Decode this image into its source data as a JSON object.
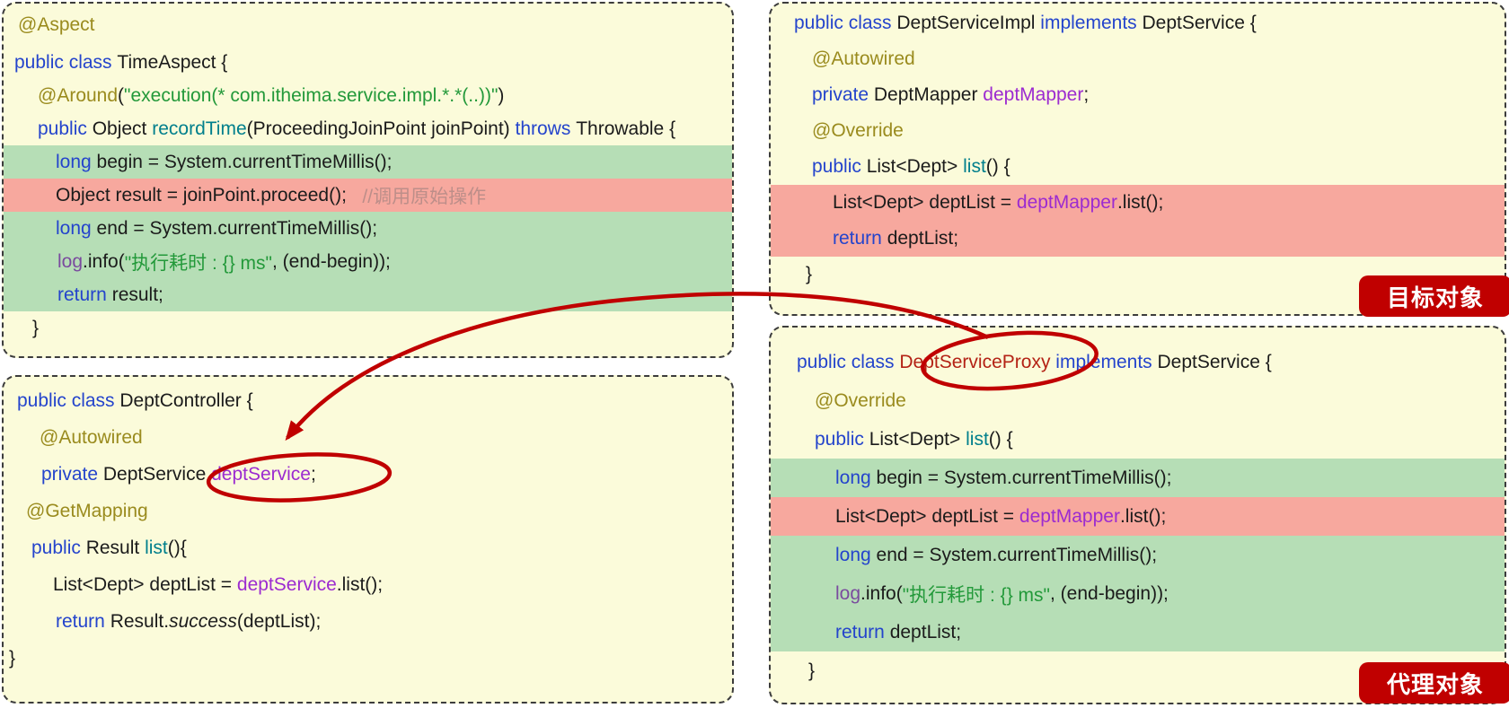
{
  "colors": {
    "accent_red": "#c00000",
    "panel_bg": "#fbfbda",
    "highlight_green": "#b6deb6",
    "highlight_pink": "#f7a89e",
    "keyword_blue": "#2444cc",
    "annotation_olive": "#9a8b1e",
    "string_green": "#23993a",
    "field_purple": "#9c2bd0",
    "method_teal": "#007f8c",
    "class_red": "#b42215"
  },
  "badges": {
    "target": {
      "label": "目标对象"
    },
    "proxy": {
      "label": "代理对象"
    }
  },
  "panels": [
    {
      "id": "time-aspect",
      "lines": [
        {
          "pl": 16,
          "h": 47,
          "seg": [
            {
              "t": "@Aspect",
              "c": "a"
            }
          ]
        },
        {
          "pl": 12,
          "seg": [
            {
              "t": "public class ",
              "c": "k"
            },
            {
              "t": "TimeAspect {",
              "c": "p"
            }
          ]
        },
        {
          "pl": 38,
          "seg": [
            {
              "t": "@Around",
              "c": "a"
            },
            {
              "t": "(",
              "c": "p"
            },
            {
              "t": "\"execution(* com.itheima.service.impl.*.*(..))\"",
              "c": "s"
            },
            {
              "t": ")",
              "c": "p"
            }
          ]
        },
        {
          "pl": 38,
          "seg": [
            {
              "t": "public ",
              "c": "k"
            },
            {
              "t": "Object ",
              "c": "p"
            },
            {
              "t": "recordTime",
              "c": "m"
            },
            {
              "t": "(ProceedingJoinPoint joinPoint) ",
              "c": "p"
            },
            {
              "t": "throws ",
              "c": "k"
            },
            {
              "t": "Throwable {",
              "c": "p"
            }
          ]
        },
        {
          "pl": 58,
          "bg": "g",
          "seg": [
            {
              "t": "long ",
              "c": "k"
            },
            {
              "t": "begin = System.currentTimeMillis();",
              "c": "p"
            }
          ]
        },
        {
          "pl": 58,
          "bg": "r",
          "seg": [
            {
              "t": "Object result = joinPoint.proceed();",
              "c": "p"
            },
            {
              "t": "   //调用原始操作",
              "c": "c"
            }
          ]
        },
        {
          "pl": 58,
          "bg": "g",
          "seg": [
            {
              "t": "long ",
              "c": "k"
            },
            {
              "t": "end = System.currentTimeMillis();",
              "c": "p"
            }
          ]
        },
        {
          "pl": 60,
          "bg": "g",
          "seg": [
            {
              "t": "log",
              "c": "l"
            },
            {
              "t": ".info(",
              "c": "p"
            },
            {
              "t": "\"执行耗时 : {} ms\"",
              "c": "s"
            },
            {
              "t": ", (end-begin));",
              "c": "p"
            }
          ]
        },
        {
          "pl": 60,
          "bg": "g",
          "seg": [
            {
              "t": "return ",
              "c": "k"
            },
            {
              "t": "result;",
              "c": "p"
            }
          ]
        },
        {
          "pl": 32,
          "seg": [
            {
              "t": "}",
              "c": "p"
            }
          ]
        }
      ]
    },
    {
      "id": "dept-controller",
      "lines": [
        {
          "pl": 15,
          "seg": [
            {
              "t": "public class ",
              "c": "k"
            },
            {
              "t": "DeptController {",
              "c": "p"
            }
          ]
        },
        {
          "pl": 40,
          "seg": [
            {
              "t": "@Autowired",
              "c": "a"
            }
          ]
        },
        {
          "pl": 42,
          "seg": [
            {
              "t": "private ",
              "c": "k"
            },
            {
              "t": "DeptService ",
              "c": "p"
            },
            {
              "t": "deptService",
              "c": "f"
            },
            {
              "t": ";",
              "c": "p"
            }
          ]
        },
        {
          "pl": 25,
          "seg": [
            {
              "t": "@GetMapping",
              "c": "a"
            }
          ]
        },
        {
          "pl": 31,
          "seg": [
            {
              "t": "public ",
              "c": "k"
            },
            {
              "t": "Result ",
              "c": "p"
            },
            {
              "t": "list",
              "c": "m"
            },
            {
              "t": "(){",
              "c": "p"
            }
          ]
        },
        {
          "pl": 55,
          "seg": [
            {
              "t": "List<Dept> deptList = ",
              "c": "p"
            },
            {
              "t": "deptService",
              "c": "f"
            },
            {
              "t": ".list();",
              "c": "p"
            }
          ]
        },
        {
          "pl": 58,
          "seg": [
            {
              "t": "return ",
              "c": "k"
            },
            {
              "t": "Result.",
              "c": "p"
            },
            {
              "t": "success",
              "c": "i"
            },
            {
              "t": "(deptList);",
              "c": "p"
            }
          ]
        },
        {
          "pl": 6,
          "seg": [
            {
              "t": "}",
              "c": "p"
            }
          ]
        }
      ]
    },
    {
      "id": "dept-service-impl",
      "lines": [
        {
          "pl": 26,
          "seg": [
            {
              "t": "public class ",
              "c": "k"
            },
            {
              "t": "DeptServiceImpl ",
              "c": "p"
            },
            {
              "t": "implements ",
              "c": "k"
            },
            {
              "t": "DeptService {",
              "c": "p"
            }
          ]
        },
        {
          "pl": 46,
          "seg": [
            {
              "t": "@Autowired",
              "c": "a"
            }
          ]
        },
        {
          "pl": 46,
          "seg": [
            {
              "t": "private ",
              "c": "k"
            },
            {
              "t": "DeptMapper ",
              "c": "p"
            },
            {
              "t": "deptMapper",
              "c": "f"
            },
            {
              "t": ";",
              "c": "p"
            }
          ]
        },
        {
          "pl": 46,
          "seg": [
            {
              "t": "@Override",
              "c": "a"
            }
          ]
        },
        {
          "pl": 46,
          "seg": [
            {
              "t": "public ",
              "c": "k"
            },
            {
              "t": "List<Dept> ",
              "c": "p"
            },
            {
              "t": "list",
              "c": "m"
            },
            {
              "t": "() {",
              "c": "p"
            }
          ]
        },
        {
          "pl": 69,
          "bg": "r",
          "seg": [
            {
              "t": "List<Dept> deptList = ",
              "c": "p"
            },
            {
              "t": "deptMapper",
              "c": "f"
            },
            {
              "t": ".list();",
              "c": "p"
            }
          ]
        },
        {
          "pl": 69,
          "bg": "r",
          "seg": [
            {
              "t": "return ",
              "c": "k"
            },
            {
              "t": "deptList;",
              "c": "p"
            }
          ]
        },
        {
          "pl": 39,
          "seg": [
            {
              "t": "}",
              "c": "p"
            }
          ]
        }
      ]
    },
    {
      "id": "dept-service-proxy",
      "lines": [
        {
          "pl": 29,
          "seg": [
            {
              "t": "public class ",
              "c": "k"
            },
            {
              "t": "DeptServiceProxy",
              "c": "r"
            },
            {
              "t": " ",
              "c": "p"
            },
            {
              "t": "implements ",
              "c": "k"
            },
            {
              "t": "DeptService {",
              "c": "p"
            }
          ]
        },
        {
          "pl": 49,
          "seg": [
            {
              "t": "@Override",
              "c": "a"
            }
          ]
        },
        {
          "pl": 49,
          "seg": [
            {
              "t": "public ",
              "c": "k"
            },
            {
              "t": "List<Dept> ",
              "c": "p"
            },
            {
              "t": "list",
              "c": "m"
            },
            {
              "t": "() {",
              "c": "p"
            }
          ]
        },
        {
          "pl": 72,
          "bg": "g",
          "seg": [
            {
              "t": "long ",
              "c": "k"
            },
            {
              "t": "begin = System.currentTimeMillis();",
              "c": "p"
            }
          ]
        },
        {
          "pl": 72,
          "bg": "r",
          "seg": [
            {
              "t": "List<Dept> deptList = ",
              "c": "p"
            },
            {
              "t": "deptMapper",
              "c": "f"
            },
            {
              "t": ".list();",
              "c": "p"
            }
          ]
        },
        {
          "pl": 72,
          "bg": "g",
          "seg": [
            {
              "t": "long ",
              "c": "k"
            },
            {
              "t": "end = System.currentTimeMillis();",
              "c": "p"
            }
          ]
        },
        {
          "pl": 72,
          "bg": "g",
          "seg": [
            {
              "t": "log",
              "c": "l"
            },
            {
              "t": ".info(",
              "c": "p"
            },
            {
              "t": "\"执行耗时 : {} ms\"",
              "c": "s"
            },
            {
              "t": ", (end-begin));",
              "c": "p"
            }
          ]
        },
        {
          "pl": 72,
          "bg": "g",
          "seg": [
            {
              "t": "return ",
              "c": "k"
            },
            {
              "t": "deptList;",
              "c": "p"
            }
          ]
        },
        {
          "pl": 42,
          "seg": [
            {
              "t": "}",
              "c": "p"
            }
          ]
        }
      ]
    }
  ]
}
